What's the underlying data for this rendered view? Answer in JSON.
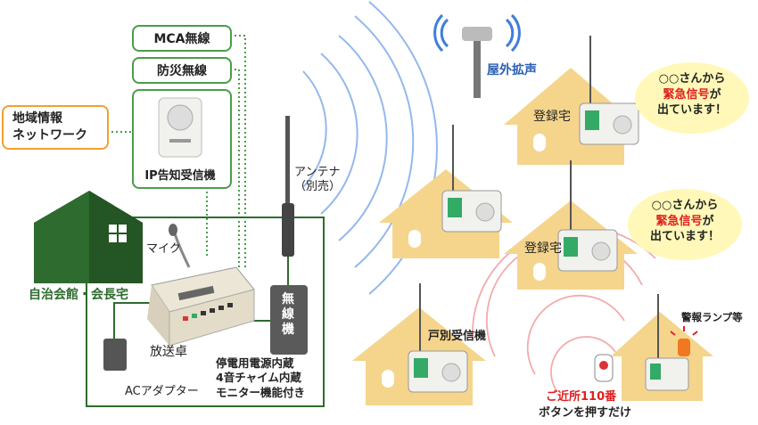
{
  "labels": {
    "mca": "MCA無線",
    "bousai": "防災無線",
    "ip_receiver": "IP告知受信機",
    "regional_network": "地域情報\nネットワーク",
    "hall": "自治会館・会長宅",
    "mic": "マイク",
    "antenna": "アンテナ\n（別売）",
    "wireless_unit": "無\n線\n機",
    "console": "放送卓",
    "ac_adapter": "ACアダプター",
    "features": "停電用電源内蔵\n4音チャイム内蔵\nモニター機能付き",
    "outdoor_speaker": "屋外拡声",
    "registered_home_1": "登録宅",
    "registered_home_2": "登録宅",
    "individual_receiver": "戸別受信機",
    "warning_lamp": "警報ランプ等",
    "nearby_110": "ご近所110番",
    "press_button": "ボタンを押すだけ"
  },
  "bubble": {
    "line1": "○○さんから",
    "line2_red": "緊急信号",
    "line2_rest": "が",
    "line3": "出ています！"
  },
  "colors": {
    "green": "#4a9d4a",
    "dark_green": "#2e6b2e",
    "orange": "#f0a030",
    "house": "#f5d58c",
    "wave_blue": "#3e7fd9",
    "wave_red": "#e85a5a",
    "bubble": "#fff8b8",
    "alert_red": "#e02020"
  },
  "icons": [
    "tower-speaker-icon",
    "house-icon",
    "receiver-device-icon",
    "speaker-box-icon",
    "mixer-console-icon",
    "warning-lamp-icon",
    "button-pendant-icon"
  ]
}
